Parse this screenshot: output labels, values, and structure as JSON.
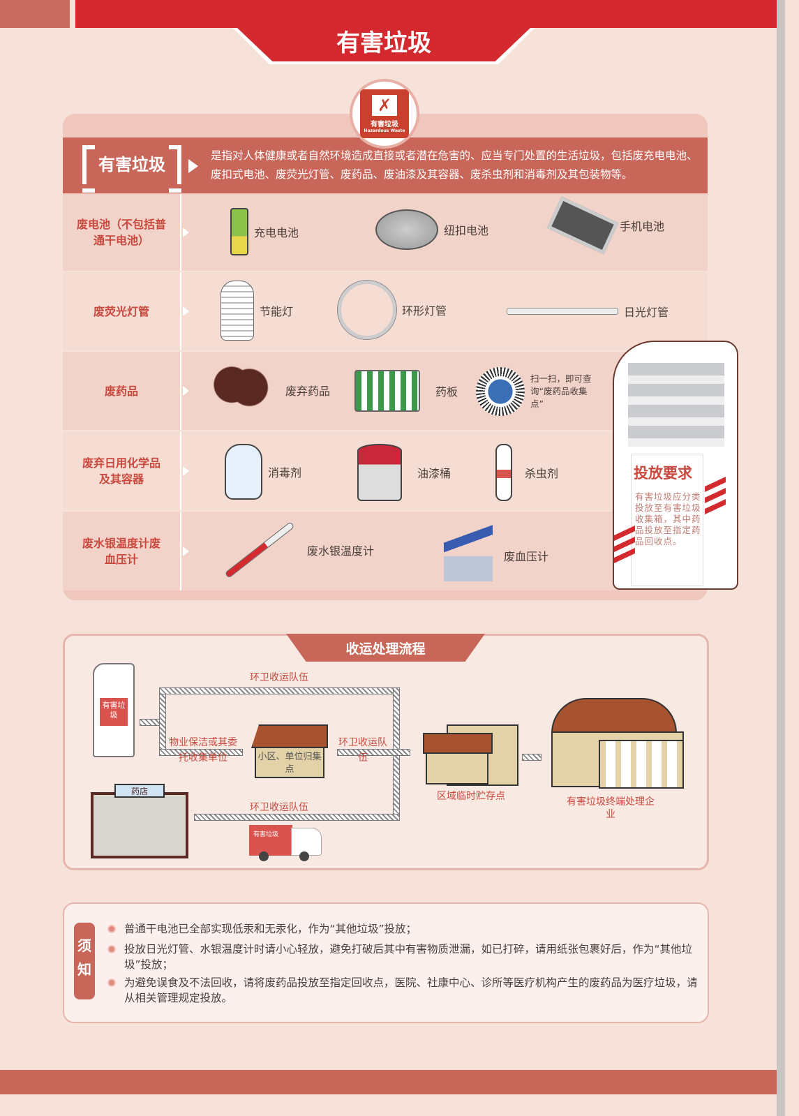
{
  "header": {
    "title": "有害垃圾",
    "logo_text": "有害垃圾",
    "logo_subtext": "Hazardous Waste"
  },
  "definition": {
    "label": "有害垃圾",
    "text": "是指对人体健康或者自然环境造成直接或者潜在危害的、应当专门处置的生活垃圾，包括废充电电池、废扣式电池、废荧光灯管、废药品、废油漆及其容器、废杀虫剂和消毒剂及其包装物等。"
  },
  "categories": [
    {
      "label": "废电池（不包括普通干电池）",
      "items": [
        "充电电池",
        "纽扣电池",
        "手机电池"
      ]
    },
    {
      "label": "废荧光灯管",
      "items": [
        "节能灯",
        "环形灯管",
        "日光灯管"
      ]
    },
    {
      "label": "废药品",
      "items": [
        "废弃药品",
        "药板"
      ],
      "qr_text": "扫一扫，即可查询“废药品收集点”"
    },
    {
      "label": "废弃日用化学品及其容器",
      "items": [
        "消毒剂",
        "油漆桶",
        "杀虫剂"
      ]
    },
    {
      "label": "废水银温度计废血压计",
      "items": [
        "废水银温度计",
        "废血压计"
      ]
    }
  ],
  "bin": {
    "title": "投放要求",
    "text": "有害垃圾应分类投放至有害垃圾收集箱，其中药品投放至指定药品回收点。",
    "label": "有害垃圾"
  },
  "flow": {
    "title": "收运处理流程",
    "top_route": "环卫收运队伍",
    "bottom_route": "环卫收运队伍",
    "property_route": "物业保洁或其委托收集单位",
    "collection_point": "小区、单位归集点",
    "mid_route": "环卫收运队伍",
    "storage": "区域临时贮存点",
    "final": "有害垃圾终端处理企业",
    "pharmacy": "药店",
    "truck_label": "有害垃圾"
  },
  "notice": {
    "tag": "须知",
    "items": [
      "普通干电池已全部实现低汞和无汞化，作为“其他垃圾”投放；",
      "投放日光灯管、水银温度计时请小心轻放，避免打破后其中有害物质泄漏，如已打碎，请用纸张包裹好后，作为“其他垃圾”投放；",
      "为避免误食及不法回收，请将废药品投放至指定回收点，医院、社康中心、诊所等医疗机构产生的废药品为医疗垃圾，请从相关管理规定投放。"
    ]
  },
  "colors": {
    "primary_red": "#d42a2f",
    "accent": "#c9665a",
    "background": "#f6e2d9"
  }
}
